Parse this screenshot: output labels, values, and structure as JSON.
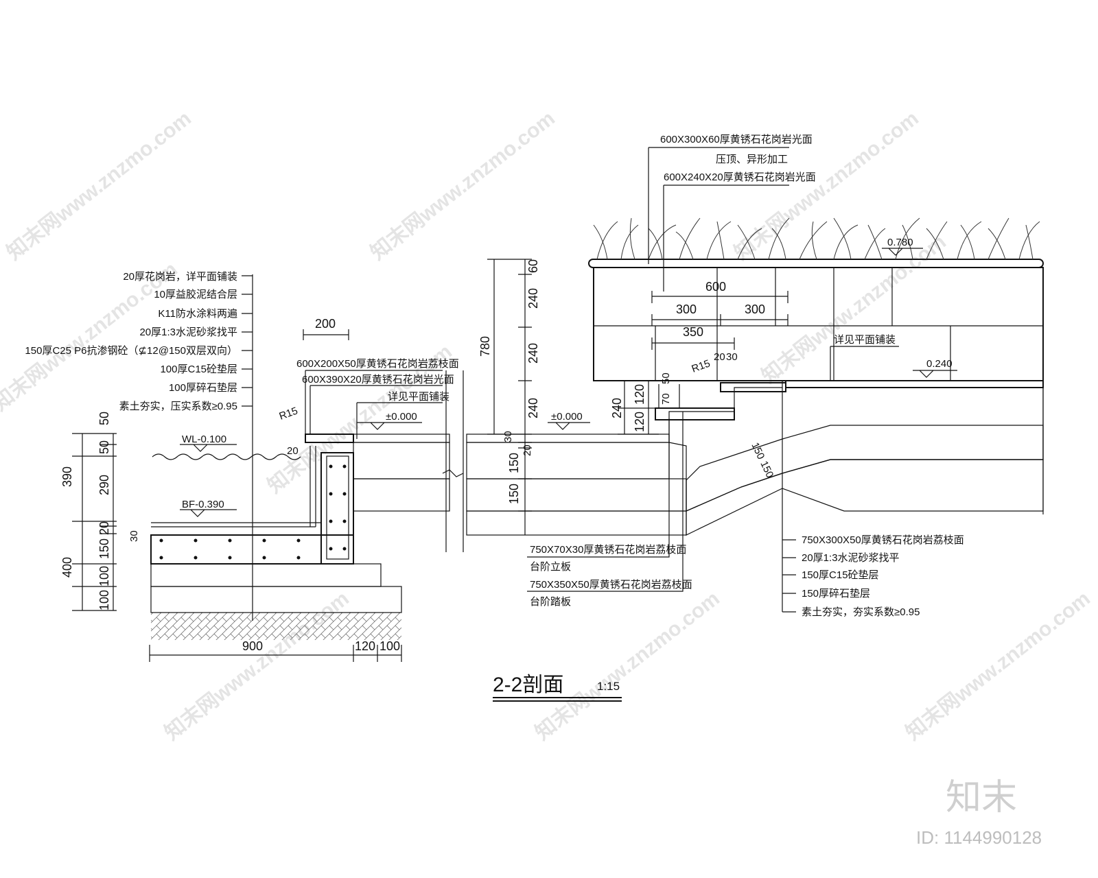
{
  "title": {
    "name": "2-2剖面",
    "scale": "1:15"
  },
  "left_notes": [
    "20厚花岗岩，详平面铺装",
    "10厚益胶泥结合层",
    "K11防水涂料两遍",
    "20厚1:3水泥砂浆找平",
    "150厚C25 P6抗渗钢砼（⊈12@150双层双向）",
    "100厚C15砼垫层",
    "100厚碎石垫层",
    "素土夯实，压实系数≥0.95"
  ],
  "coping_notes": [
    "600X200X50厚黄锈石花岗岩荔枝面",
    "600X390X20厚黄锈石花岗岩光面",
    "详见平面铺装"
  ],
  "top_notes": [
    "600X300X60厚黄锈石花岗岩光面",
    "压顶、异形加工",
    "600X240X20厚黄锈石花岗岩光面"
  ],
  "step_notes": [
    "750X70X30厚黄锈石花岗岩荔枝面",
    "台阶立板",
    "750X350X50厚黄锈石花岗岩荔枝面",
    "台阶踏板"
  ],
  "right_notes": [
    "750X300X50厚黄锈石花岗岩荔枝面",
    "20厚1:3水泥砂浆找平",
    "150厚C15砼垫层",
    "150厚碎石垫层",
    "素土夯实，夯实系数≥0.95"
  ],
  "right_paving_note": "详见平面铺装",
  "levels": {
    "wl": "WL-0.100",
    "bf": "BF-0.390",
    "zero1": "±0.000",
    "zero2": "±0.000",
    "top": "0.780",
    "right": "0.240"
  },
  "radii": {
    "r1": "R15",
    "r2": "R15"
  },
  "dims_left": [
    "50",
    "50",
    "290",
    "390",
    "20",
    "20",
    "30",
    "150",
    "400",
    "100",
    "100"
  ],
  "dims_bottom": [
    "900",
    "120",
    "100"
  ],
  "dim_200": "200",
  "dims_mid": [
    "60",
    "240",
    "780",
    "240",
    "240",
    "30",
    "20",
    "150",
    "150"
  ],
  "dims_step": [
    "240",
    "120",
    "120",
    "70",
    "50",
    "20",
    "30",
    "150",
    "150"
  ],
  "dims_top": [
    "600",
    "300",
    "300",
    "350"
  ],
  "watermark": "知末网www.znzmo.com",
  "logo": "知末",
  "id_label": "ID: 1144990128"
}
